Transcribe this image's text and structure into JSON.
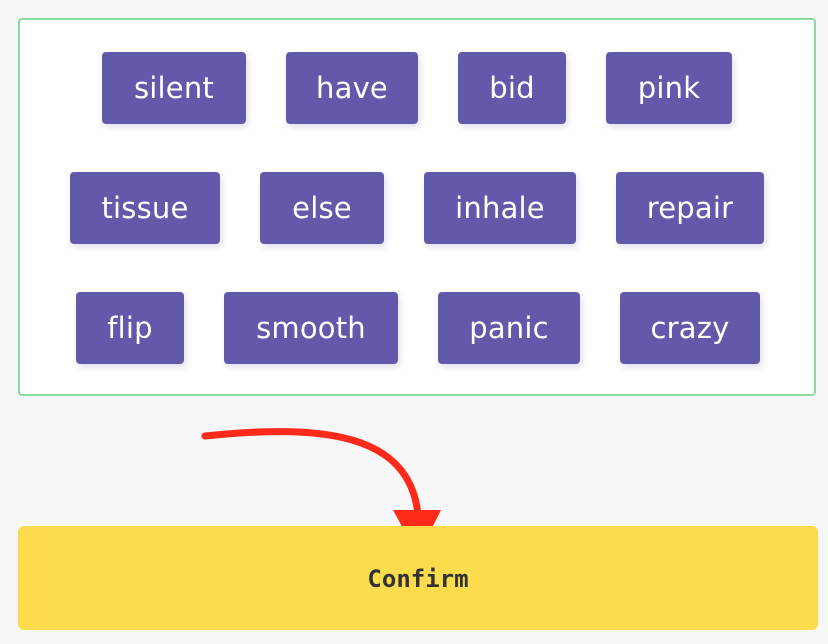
{
  "words": [
    {
      "label": "silent"
    },
    {
      "label": "have"
    },
    {
      "label": "bid"
    },
    {
      "label": "pink"
    },
    {
      "label": "tissue"
    },
    {
      "label": "else"
    },
    {
      "label": "inhale"
    },
    {
      "label": "repair"
    },
    {
      "label": "flip"
    },
    {
      "label": "smooth"
    },
    {
      "label": "panic"
    },
    {
      "label": "crazy"
    }
  ],
  "confirm": {
    "label": "Confirm"
  },
  "colors": {
    "word_bg": "#6359ab",
    "panel_border": "#86dba0",
    "confirm_bg": "#fcdb4d",
    "arrow": "#ff2a1a"
  }
}
